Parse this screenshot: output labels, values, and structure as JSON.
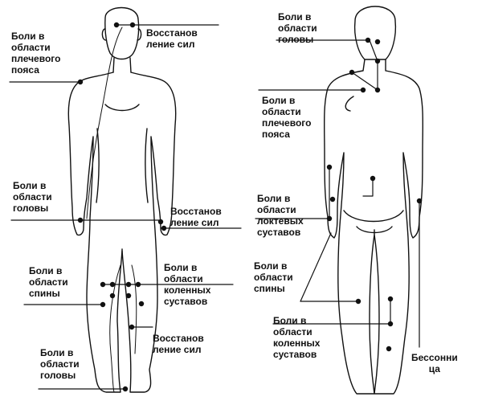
{
  "labels": {
    "front_shoulder": "Боли в\nобласти\nплечевого\nпояса",
    "front_recovery_top": "Восстанов\nление сил",
    "front_head_mid": "Боли в\nобласти\nголовы",
    "front_recovery_mid": "Восстанов\nление сил",
    "front_back": "Боли в\nобласти\nспины",
    "front_knees": "Боли в\nобласти\nколенных\nсуставов",
    "front_recovery_bottom": "Восстанов\nление сил",
    "front_head_bottom": "Боли в\nобласти\nголовы",
    "back_head": "Боли в\nобласти\nголовы",
    "back_shoulder": "Боли в\nобласти\nплечевого\nпояса",
    "back_elbows": "Боли в\nобласти\nлоктевых\nсуставов",
    "back_back": "Боли в\nобласти\nспины",
    "back_knees": "Боли в\nобласти\nколенных\nсуставов",
    "back_insomnia": "Бессонни\nца"
  },
  "colors": {
    "ink": "#111111",
    "background": "#ffffff"
  }
}
